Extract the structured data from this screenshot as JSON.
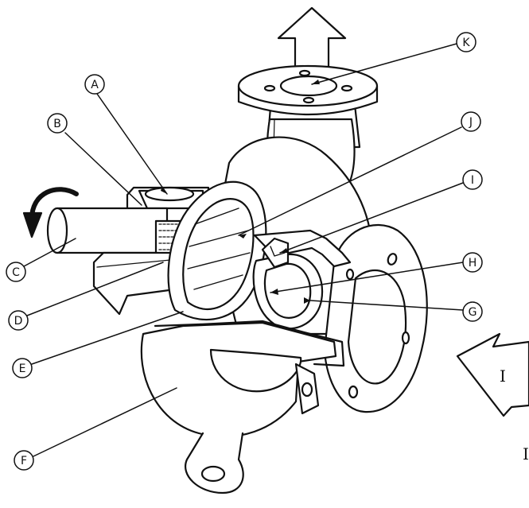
{
  "diagram": {
    "callouts": [
      {
        "id": "A",
        "label": "A"
      },
      {
        "id": "B",
        "label": "B"
      },
      {
        "id": "C",
        "label": "C"
      },
      {
        "id": "D",
        "label": "D"
      },
      {
        "id": "E",
        "label": "E"
      },
      {
        "id": "F",
        "label": "F"
      },
      {
        "id": "G",
        "label": "G"
      },
      {
        "id": "H",
        "label": "H"
      },
      {
        "id": "I",
        "label": "I"
      },
      {
        "id": "J",
        "label": "J"
      },
      {
        "id": "K",
        "label": "K"
      }
    ],
    "inflow_label": "I",
    "edge_glyph": "I"
  }
}
